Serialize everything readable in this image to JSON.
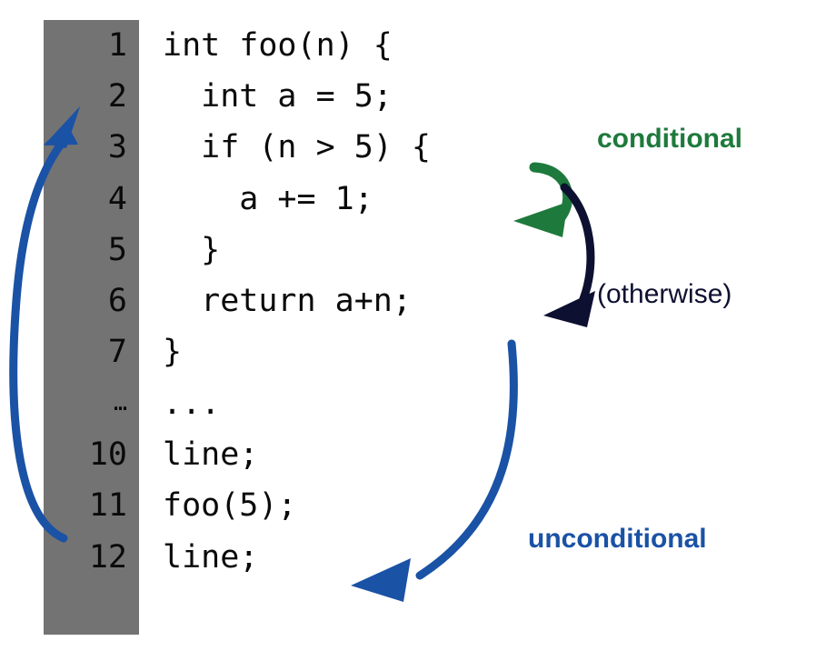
{
  "figure": {
    "kind": "code-control-flow-diagram",
    "background_color": "#ffffff",
    "gutter_color": "#737373",
    "code_color": "#0a0a0a"
  },
  "code": {
    "lines": [
      {
        "number": "1",
        "text": "int foo(n) {"
      },
      {
        "number": "2",
        "text": "  int a = 5;"
      },
      {
        "number": "3",
        "text": "  if (n > 5) {"
      },
      {
        "number": "4",
        "text": "    a += 1;"
      },
      {
        "number": "5",
        "text": "  }"
      },
      {
        "number": "6",
        "text": "  return a+n;"
      },
      {
        "number": "7",
        "text": "}"
      },
      {
        "number": "…",
        "text": "..."
      },
      {
        "number": "10",
        "text": "line;"
      },
      {
        "number": "11",
        "text": "foo(5);"
      },
      {
        "number": "12",
        "text": "line;"
      }
    ]
  },
  "annotations": {
    "conditional": {
      "label": "conditional",
      "color": "#1e7a3c",
      "from_line": "3",
      "to_line": "4"
    },
    "otherwise": {
      "label": "(otherwise)",
      "color": "#0d1030",
      "from_line": "3",
      "to_line": "6"
    },
    "unconditional": {
      "label": "unconditional",
      "color": "#1a52a5",
      "from_line": "6",
      "to_line": "12"
    },
    "call_return": {
      "color": "#1a52a5",
      "from_line": "11",
      "to_line": "2"
    }
  }
}
